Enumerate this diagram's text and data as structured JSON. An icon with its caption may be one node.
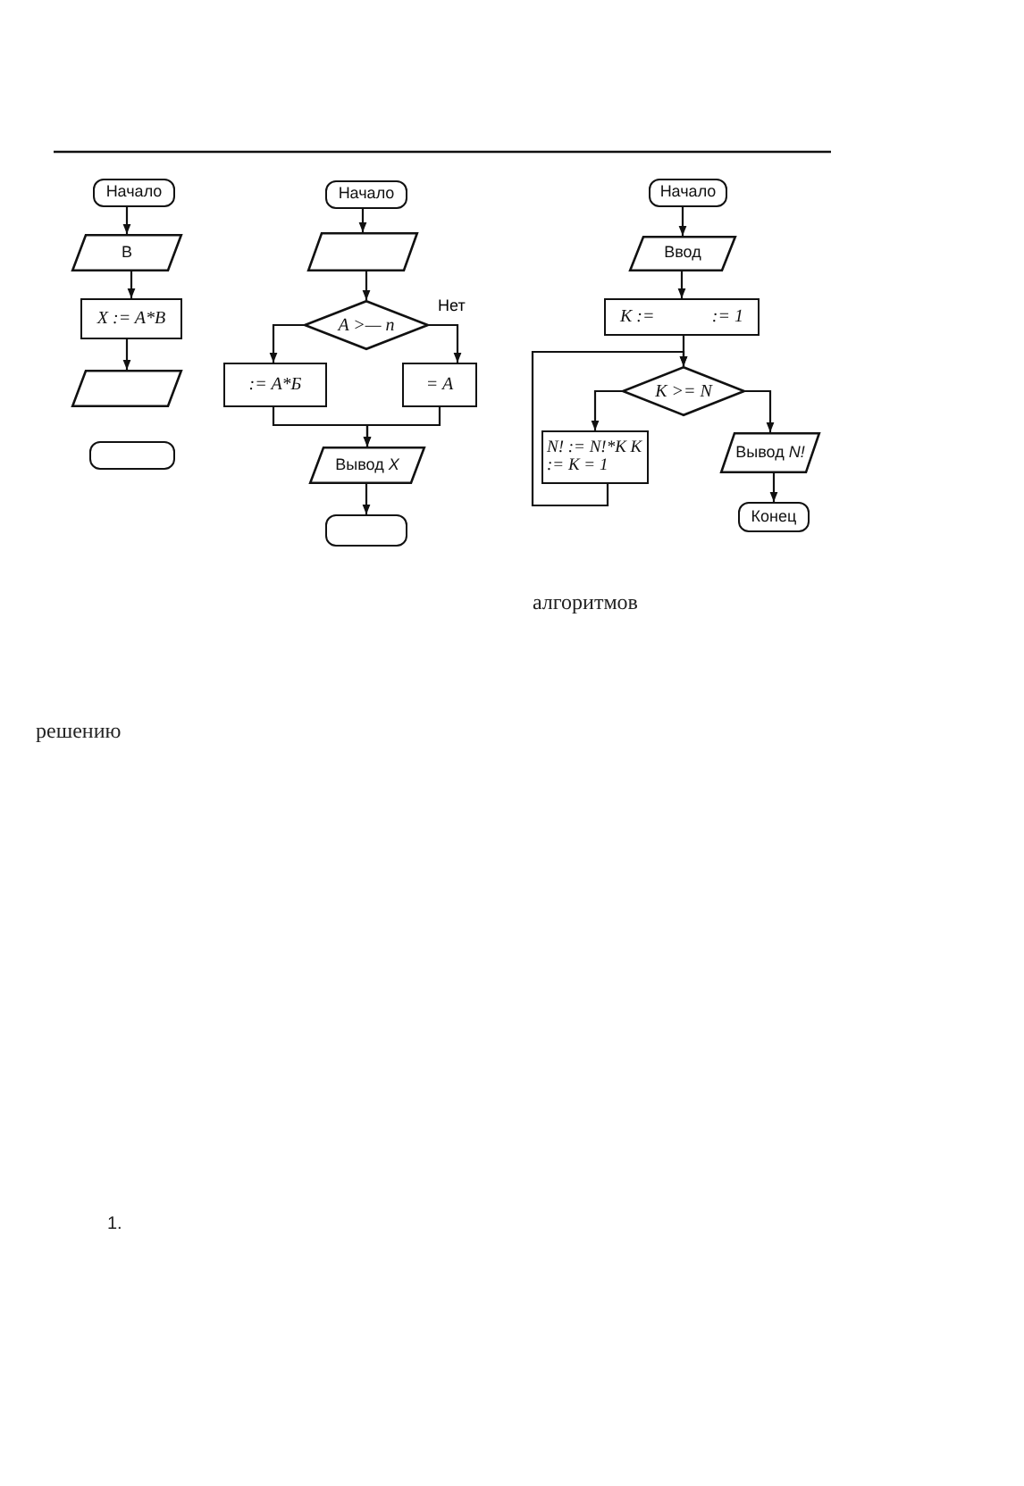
{
  "diagram": {
    "nodes": [
      {
        "text": [
          "Начало"
        ]
      },
      {
        "text": [
          "B"
        ]
      },
      {
        "text": [
          "X := A*B"
        ]
      },
      {
        "text": [],
        "shape": "parallelogram"
      },
      {
        "text": [],
        "shape": "terminal"
      },
      {
        "text": [
          "Начало"
        ]
      },
      {
        "text": [],
        "shape": "parallelogram"
      },
      {
        "text": [
          "A >— n"
        ]
      },
      {
        "text": [
          ":= A*Б"
        ]
      },
      {
        "text": [
          "= A"
        ]
      },
      {
        "text": [
          "Вывод *X*"
        ]
      },
      {
        "text": [],
        "shape": "terminal"
      },
      {
        "text": [
          "Начало"
        ]
      },
      {
        "text": [
          "Ввод"
        ]
      },
      {
        "text": [
          "K :=",
          ":= 1"
        ]
      },
      {
        "text": [
          "K >= N"
        ]
      },
      {
        "text": [
          "N! := N!*K K := K = 1"
        ]
      },
      {
        "text": [
          "Вывод *N!*"
        ]
      },
      {
        "text": [
          "Конец"
        ]
      }
    ],
    "edges": [
      {
        "from": 0,
        "to": 1,
        "arrow": "to"
      },
      {
        "from": 1,
        "to": 2,
        "arrow": "to"
      },
      {
        "from": 2,
        "to": 3,
        "arrow": "to"
      },
      {
        "from": 5,
        "to": 6,
        "arrow": "to"
      },
      {
        "from": 6,
        "to": 7,
        "arrow": "to"
      },
      {
        "from": 7,
        "to": 8,
        "arrow": "to"
      },
      {
        "from": 7,
        "to": 9,
        "arrow": "to",
        "label": "Нет"
      },
      {
        "from": 8,
        "to": 10,
        "arrow": "to"
      },
      {
        "from": 9,
        "to": 10,
        "arrow": "to"
      },
      {
        "from": 10,
        "to": 11,
        "arrow": "to"
      },
      {
        "from": 12,
        "to": 13,
        "arrow": "to"
      },
      {
        "from": 13,
        "to": 14,
        "arrow": "to"
      },
      {
        "from": 14,
        "to": 15,
        "arrow": "to"
      },
      {
        "from": 15,
        "to": 16,
        "arrow": "to"
      },
      {
        "from": 15,
        "to": 17,
        "arrow": "to"
      },
      {
        "from": 17,
        "to": 18,
        "arrow": "to"
      },
      {
        "from": 16,
        "to": 15,
        "arrow": "to"
      }
    ],
    "labels": [
      "алгоритмов",
      "решению",
      "1."
    ]
  }
}
